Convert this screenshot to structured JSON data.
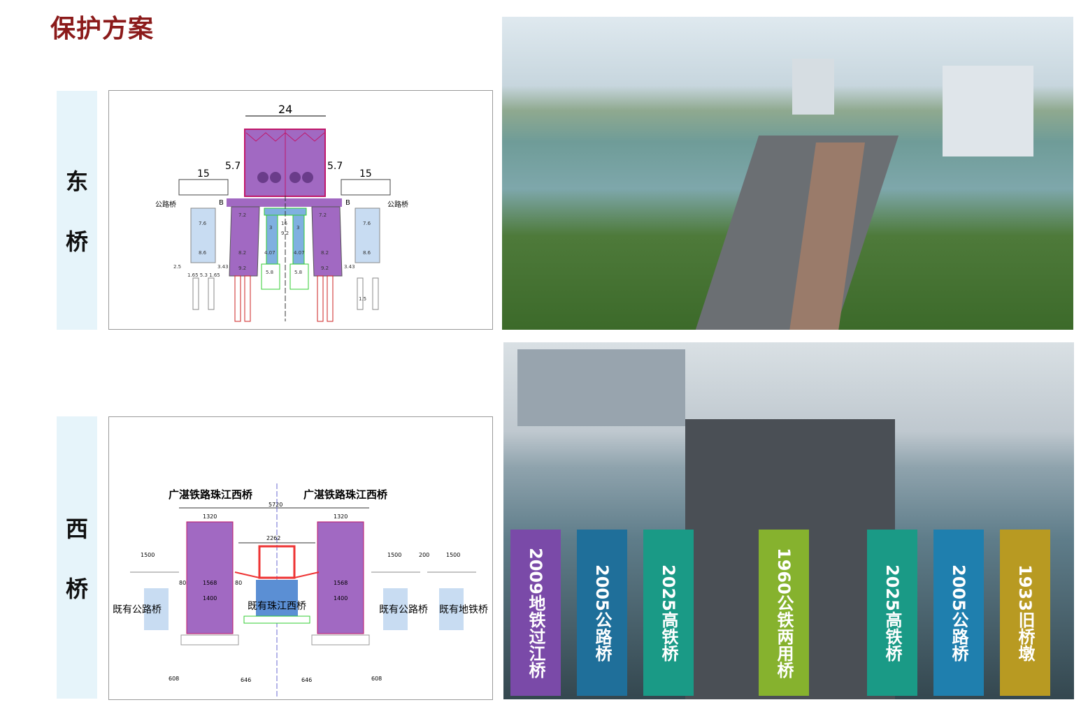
{
  "page_title": "保护方案",
  "east": {
    "label_chars": [
      "东",
      "桥"
    ],
    "diagram": {
      "top_width": "24",
      "left_deck": "15",
      "right_deck": "15",
      "left_offset": "5.7",
      "right_offset": "5.7",
      "road_bridge_left": "公路桥",
      "road_bridge_right": "公路桥",
      "b_left": "B",
      "b_right": "B",
      "dims": [
        "7.2",
        "7.2",
        "7.6",
        "7.6",
        "8.6",
        "8.6",
        "8.2",
        "8.2",
        "9.2",
        "9.2",
        "4.07",
        "4.07",
        "5.8",
        "5.8",
        "16",
        "9.2",
        "3",
        "3",
        "3.43",
        "3.43",
        "1.65 5.3 1.65",
        "1.5",
        "2.5"
      ]
    }
  },
  "west": {
    "label_chars": [
      "西",
      "桥"
    ],
    "diagram": {
      "rail_bridge_left": "广湛铁路珠江西桥",
      "rail_bridge_right": "广湛铁路珠江西桥",
      "total_width": "5720",
      "box_width_left": "1320",
      "box_width_right": "1320",
      "truss_width": "2262",
      "road_deck_left": "1500",
      "road_deck_right": "1500",
      "gap": "200",
      "metro_deck": "1500",
      "pier_top": "1568",
      "pier_mid": "1400",
      "clear_80": "80",
      "offset_608": "608",
      "offset_646": "646",
      "existing_road_left": "既有公路桥",
      "existing_pearl": "既有珠江西桥",
      "existing_road_right": "既有公路桥",
      "existing_metro": "既有地铁桥"
    }
  },
  "render_bands": [
    {
      "text": "2009地铁过江桥",
      "color": "#7a4aa8"
    },
    {
      "text": "2005公路桥",
      "color": "#1f6f9a"
    },
    {
      "text": "2025高铁桥",
      "color": "#1a9a86"
    },
    {
      "text": "1960公铁两用桥",
      "color": "#86b22e"
    },
    {
      "text": "2025高铁桥",
      "color": "#1a9a86"
    },
    {
      "text": "2005公路桥",
      "color": "#1f7fae"
    },
    {
      "text": "1933旧桥墩",
      "color": "#b89a22"
    }
  ],
  "colors": {
    "title": "#8b1a1a",
    "purple": "#9b5fc0",
    "blue_pier": "#c8dcf2",
    "label_bg": "#e6f4fa"
  }
}
